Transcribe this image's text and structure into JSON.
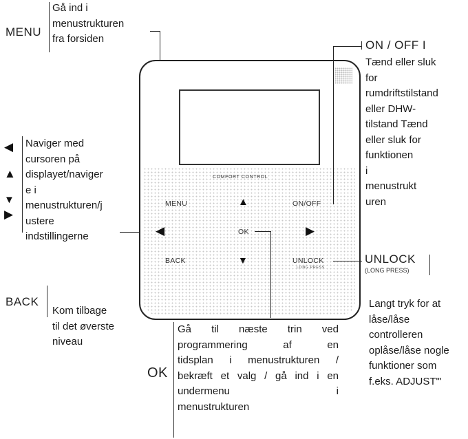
{
  "menu": {
    "title": "MENU",
    "desc": [
      "Gå ind i",
      "menustrukturen",
      "fra forsiden"
    ]
  },
  "onoff": {
    "title": "ON / OFF I",
    "desc": [
      "Tænd eller sluk",
      "for",
      "rumdriftstilstand",
      "eller DHW-",
      "tilstand Tænd",
      "eller sluk for",
      "funktionen",
      "i",
      "menustrukt",
      "uren"
    ]
  },
  "nav": {
    "desc": [
      "Naviger med",
      "cursoren på",
      "displayet/naviger",
      "e i",
      "menustrukturen/j",
      "ustere",
      "indstillingerne"
    ]
  },
  "back": {
    "title": "BACK",
    "desc": [
      "Kom tilbage",
      "til det øverste",
      "niveau"
    ]
  },
  "unlock": {
    "title": "UNLOCK",
    "sub": "(LONG PRESS)",
    "desc": [
      "Langt tryk for at",
      "låse/låse",
      "controlleren",
      "oplåse/låse nogle",
      "funktioner som",
      "f.eks. ADJUST\"'"
    ]
  },
  "ok": {
    "title": "OK",
    "desc": [
      "Gå til næste trin ved",
      "programmering af en",
      "tidsplan i menustrukturen /",
      "bekræft et valg / gå ind i en",
      "undermenu i",
      "menustrukturen"
    ]
  },
  "panel": {
    "brand": "COMFORT CONTROL",
    "menu": "MENU",
    "onoff": "ON/OFF",
    "ok": "OK",
    "back": "BACK",
    "unlock": "UNLOCK",
    "unlock_sub": "LONG PRESS"
  },
  "icons": {
    "left": "left-arrow-icon",
    "up": "up-arrow-icon",
    "down": "down-arrow-icon",
    "right": "right-arrow-icon"
  }
}
